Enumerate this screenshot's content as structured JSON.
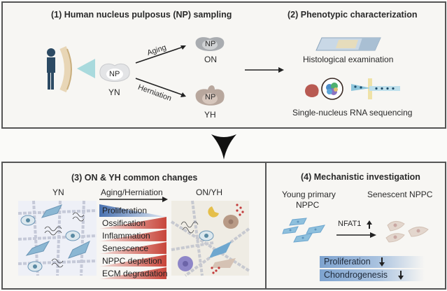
{
  "panel1": {
    "title": "(1) Human nucleus pulposus (NP) sampling",
    "disc_label": "NP",
    "yn_label": "YN",
    "on_label": "ON",
    "yh_label": "YH",
    "aging_label": "Aging",
    "herniation_label": "Herniation"
  },
  "panel2": {
    "title": "(2) Phenotypic characterization",
    "histology_label": "Histological examination",
    "snrna_label": "Single-nucleus RNA sequencing"
  },
  "panel3": {
    "title": "(3) ON & YH common changes",
    "yn_label": "YN",
    "arrow_label": "Aging/Herniation",
    "onyh_label": "ON/YH",
    "changes": [
      {
        "label": "Proliferation",
        "direction": "decrease",
        "color": "#4a72b0"
      },
      {
        "label": "Ossification",
        "direction": "increase",
        "color": "#c8453a"
      },
      {
        "label": "Inflammation",
        "direction": "increase",
        "color": "#c8453a"
      },
      {
        "label": "Senescence",
        "direction": "increase",
        "color": "#c8453a"
      },
      {
        "label": "NPPC depletion",
        "direction": "increase",
        "color": "#c8453a"
      },
      {
        "label": "ECM degradation",
        "direction": "increase",
        "color": "#c8453a"
      }
    ]
  },
  "panel4": {
    "title": "(4) Mechanistic investigation",
    "young_label_line1": "Young primary",
    "young_label_line2": "NPPC",
    "senescent_label": "Senescent NPPC",
    "nfat_label": "NFAT1",
    "outcomes": [
      {
        "label": "Proliferation",
        "direction": "down"
      },
      {
        "label": "Chondrogenesis",
        "direction": "down"
      }
    ]
  },
  "colors": {
    "border": "#555555",
    "blue_cell": "#6ea7cf",
    "red_gradient": "#c8453a",
    "blue_gradient": "#4a72b0"
  }
}
